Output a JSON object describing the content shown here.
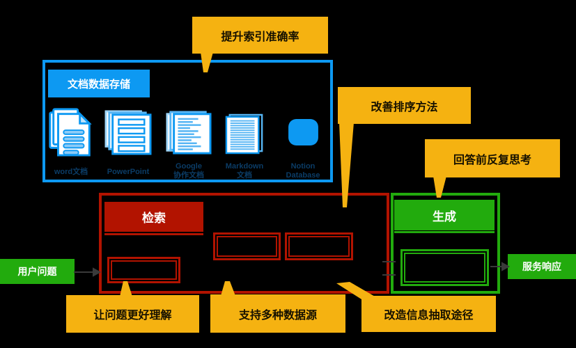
{
  "colors": {
    "background": "#000000",
    "blue": "#0D99F2",
    "doc_label_navy": "#0B3C66",
    "red": "#B21300",
    "green": "#22AB0D",
    "yellow": "#F5B211",
    "white_text": "#FFFFFF"
  },
  "storage": {
    "title": "文档数据存储",
    "items": [
      {
        "icon": "word-doc-icon",
        "label": "word文档"
      },
      {
        "icon": "slides-doc-icon",
        "label": "PowerPoint"
      },
      {
        "icon": "online-doc-icon",
        "label": "Google\n协作文档"
      },
      {
        "icon": "markdown-doc-icon",
        "label": "Markdown\n文档"
      },
      {
        "icon": "database-icon",
        "label": "Notion\nDatabase"
      }
    ]
  },
  "retrieval": {
    "title": "检索"
  },
  "generation": {
    "title": "生成"
  },
  "user_label": "用户问题",
  "response_label": "服务响应",
  "callouts": [
    {
      "label": "提升索引准确率"
    },
    {
      "label": "改善排序方法"
    },
    {
      "label": "回答前反复思考"
    },
    {
      "label": "让问题更好理解"
    },
    {
      "label": "支持多种数据源"
    },
    {
      "label": "改造信息抽取途径"
    }
  ]
}
